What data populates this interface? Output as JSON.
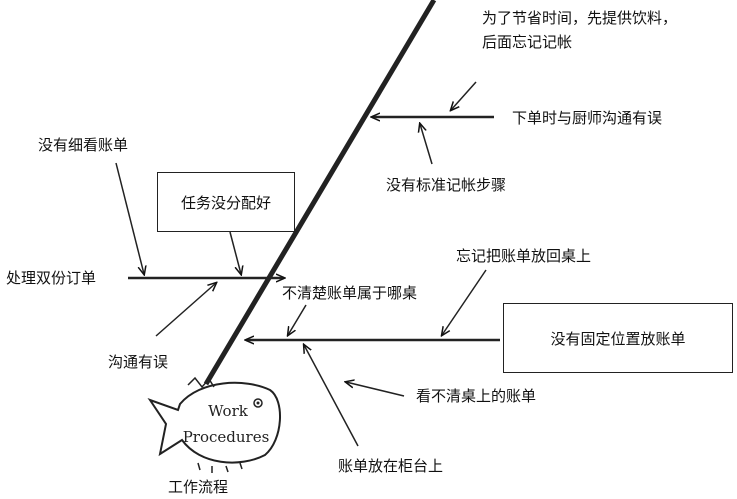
{
  "diagram": {
    "head": {
      "line1": "Work",
      "line2": "Procedures",
      "caption": "工作流程"
    },
    "causes": {
      "top_right_note": "为了节省时间，先提供饮料，后面忘记记帐",
      "kitchen_comm": "下单时与厨师沟通有误",
      "no_standard": "没有标准记帐步骤",
      "not_check_bill": "没有细看账单",
      "task_box": "任务没分配好",
      "double_order": "处理双份订单",
      "which_table": "不清楚账单属于哪桌",
      "forget_return": "忘记把账单放回桌上",
      "miscommunication": "沟通有误",
      "fixed_place_box": "没有固定位置放账单",
      "cant_see": "看不清桌上的账单",
      "on_counter": "账单放在柜台上"
    }
  }
}
